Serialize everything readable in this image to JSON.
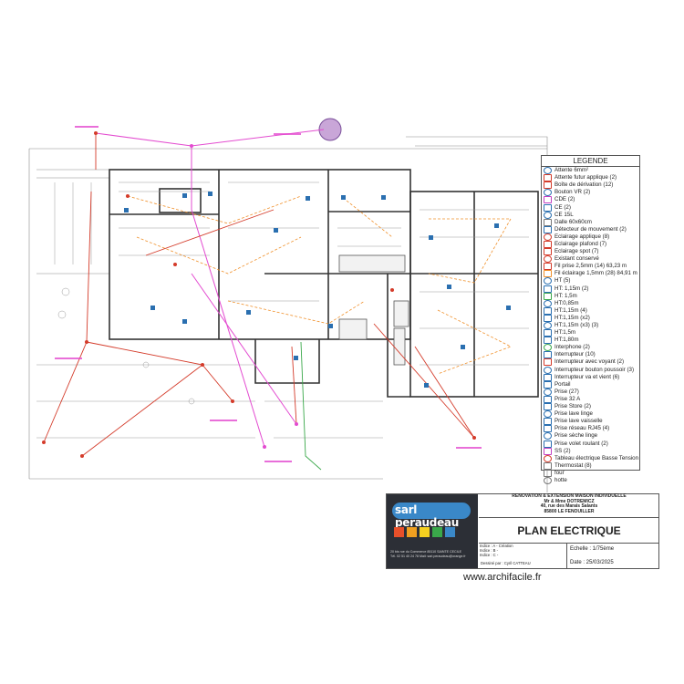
{
  "legend": {
    "title": "LEGENDE",
    "items": [
      {
        "label": "Attente 6mm²",
        "color": "#2a6fb0"
      },
      {
        "label": "Attente futur applique (2)",
        "color": "#d43b2a"
      },
      {
        "label": "Boîte de dérivation (12)",
        "color": "#d43b2a"
      },
      {
        "label": "Bouton VR (2)",
        "color": "#2a6fb0"
      },
      {
        "label": "CDE (2)",
        "color": "#c23fc2"
      },
      {
        "label": "CE (2)",
        "color": "#2a6fb0"
      },
      {
        "label": "CE 15L",
        "color": "#2a6fb0"
      },
      {
        "label": "Dalle 60x60cm",
        "color": "#777777"
      },
      {
        "label": "Détecteur de mouvement (2)",
        "color": "#2a6fb0"
      },
      {
        "label": "Eclairage applique (8)",
        "color": "#d43b2a"
      },
      {
        "label": "Eclairage plafond (7)",
        "color": "#d43b2a"
      },
      {
        "label": "Eclairage spot (7)",
        "color": "#d43b2a"
      },
      {
        "label": "Existant conservé",
        "color": "#d43b2a"
      },
      {
        "label": "Fil prise 2,5mm (14) 63,23 m",
        "color": "#d43b2a"
      },
      {
        "label": "Fil éclairage 1,5mm (28) 84,91 m",
        "color": "#f0902a"
      },
      {
        "label": "HT (5)",
        "color": "#2a6fb0"
      },
      {
        "label": "HT: 1,15m (2)",
        "color": "#2a6fb0"
      },
      {
        "label": "HT: 1,5m",
        "color": "#3aa84a"
      },
      {
        "label": "HT:0,85m",
        "color": "#2a6fb0"
      },
      {
        "label": "HT:1,15m (4)",
        "color": "#2a6fb0"
      },
      {
        "label": "HT:1,15m (x2)",
        "color": "#2a6fb0"
      },
      {
        "label": "HT:1,15m (x3) (3)",
        "color": "#2a6fb0"
      },
      {
        "label": "HT:1,5m",
        "color": "#2a6fb0"
      },
      {
        "label": "HT:1,80m",
        "color": "#2a6fb0"
      },
      {
        "label": "Interphone (2)",
        "color": "#3aa84a"
      },
      {
        "label": "Interrupteur (10)",
        "color": "#2a6fb0"
      },
      {
        "label": "Interrupteur avec voyant (2)",
        "color": "#d43b2a"
      },
      {
        "label": "Interrupteur bouton poussoir (3)",
        "color": "#2a6fb0"
      },
      {
        "label": "Interrupteur va et vient (6)",
        "color": "#2a6fb0"
      },
      {
        "label": "Portail",
        "color": "#2a6fb0"
      },
      {
        "label": "Prise (27)",
        "color": "#2a6fb0"
      },
      {
        "label": "Prise 32 A",
        "color": "#2a6fb0"
      },
      {
        "label": "Prise Store (2)",
        "color": "#2a6fb0"
      },
      {
        "label": "Prise lave linge",
        "color": "#2a6fb0"
      },
      {
        "label": "Prise lave vaisselle",
        "color": "#2a6fb0"
      },
      {
        "label": "Prise réseau RJ45 (4)",
        "color": "#2a6fb0"
      },
      {
        "label": "Prise sèche linge",
        "color": "#2a6fb0"
      },
      {
        "label": "Prise volet roulant (2)",
        "color": "#2a6fb0"
      },
      {
        "label": "SS (2)",
        "color": "#c23fc2"
      },
      {
        "label": "Tableau électrique Basse Tension",
        "color": "#d43b2a"
      },
      {
        "label": "Thermostat (8)",
        "color": "#777777"
      },
      {
        "label": "four",
        "color": "#777777"
      },
      {
        "label": "hotte",
        "color": "#777777"
      }
    ]
  },
  "title_block": {
    "brand": "sarl peraudeau",
    "address": "20 bis rue du Commerce 85110 SAINTE CECILE\nTél. 02 51 40 24 78  Mail: sarl.peraudeau@orange.fr",
    "header_lines": [
      "RENOVATION & EXTENSION MAISON INDIVIDUELLE",
      "Mr & Mme DOTREMICZ",
      "40, rue des Marais Salants",
      "85800 LE FENOUILLER"
    ],
    "title": "PLAN ELECTRIQUE",
    "indices": [
      "Indice : A - Création",
      "Indice : B -",
      "Indice : C -"
    ],
    "drawn_by": "Dessiné par : Cyril CATTEAU",
    "scale": "Echelle : 1/75ème",
    "date": "Date : 25/03/2025"
  },
  "watermark": "www.archifacile.fr"
}
